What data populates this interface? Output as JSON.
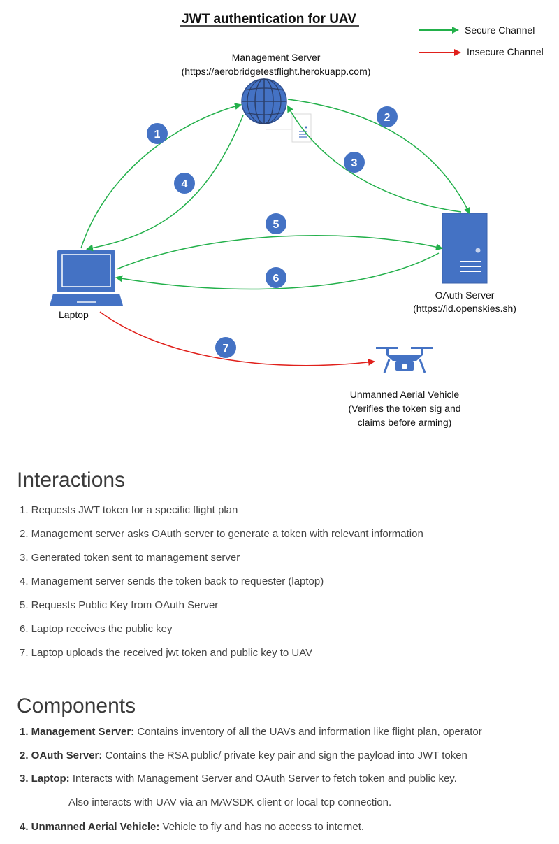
{
  "diagram": {
    "title": "JWT authentication for UAV",
    "legend": [
      {
        "label": "Secure Channel",
        "color": "#22b04a"
      },
      {
        "label": "Insecure Channel",
        "color": "#e0201b"
      }
    ],
    "nodes": {
      "management_server": {
        "name": "Management Server",
        "url": "(https://aerobridgetestflight.herokuapp.com)",
        "icon": "globe-icon"
      },
      "oauth_server": {
        "name": "OAuth Server",
        "url": "(https://id.openskies.sh)",
        "icon": "server-icon"
      },
      "laptop": {
        "name": "Laptop",
        "icon": "laptop-icon"
      },
      "uav": {
        "name": "Unmanned Aerial Vehicle",
        "note_line1": "(Verifies the token sig and",
        "note_line2": "claims before arming)",
        "icon": "drone-icon"
      }
    },
    "steps": [
      "1",
      "2",
      "3",
      "4",
      "5",
      "6",
      "7"
    ],
    "badge_color": "#4472c4"
  },
  "interactions": {
    "heading": "Interactions",
    "items": [
      "1. Requests JWT token for a specific flight plan",
      "2. Management server asks OAuth server to generate a token with relevant information",
      "3. Generated token sent to management server",
      "4. Management server sends the token back to requester (laptop)",
      "5. Requests Public Key from OAuth Server",
      "6. Laptop receives the public key",
      "7. Laptop uploads the received jwt token and public key to UAV"
    ]
  },
  "components": {
    "heading": "Components",
    "items": [
      {
        "label": "1. Management Server:",
        "text": " Contains inventory of all the UAVs and information like flight plan, operator"
      },
      {
        "label": "2. OAuth Server:",
        "text": " Contains the RSA public/ private key pair and sign the payload into JWT token"
      },
      {
        "label": "3. Laptop:",
        "text": " Interacts with Management Server and OAuth Server to fetch token and public key."
      },
      {
        "label": "",
        "text": "Also interacts with UAV via an MAVSDK client or local tcp connection."
      },
      {
        "label": "4. Unmanned Aerial Vehicle:",
        "text": " Vehicle to fly and has no access to internet."
      }
    ]
  }
}
